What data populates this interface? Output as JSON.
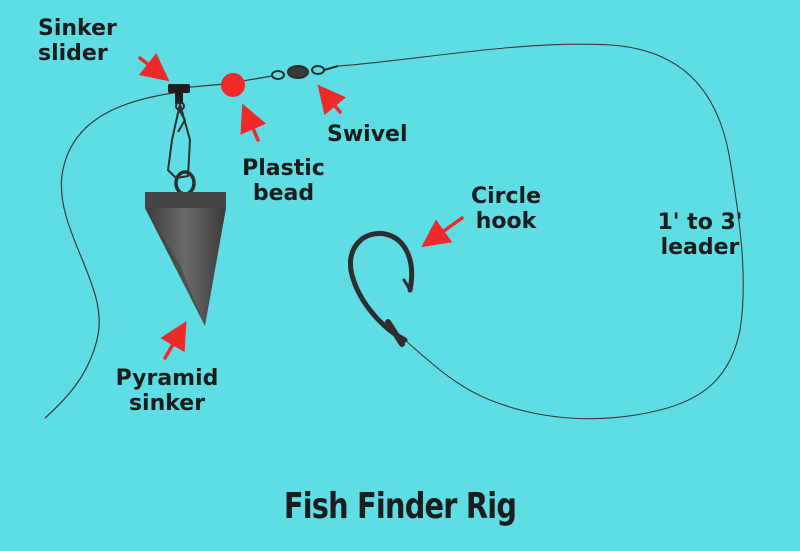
{
  "title": "Fish Finder Rig",
  "labels": {
    "sinker_slider": [
      "Sinker",
      "slider"
    ],
    "plastic_bead": [
      "Plastic",
      "bead"
    ],
    "swivel": [
      "Swivel"
    ],
    "circle_hook": [
      "Circle",
      "hook"
    ],
    "leader": [
      "1' to 3'",
      "leader"
    ],
    "pyramid_sinker": [
      "Pyramid",
      "sinker"
    ]
  },
  "colors": {
    "background": "#5fdde5",
    "arrow": "#ee2a2a",
    "bead": "#ee2a2a",
    "line": "#3a3a3a",
    "metal": "#2e2e2e",
    "sinker": "#505050"
  }
}
